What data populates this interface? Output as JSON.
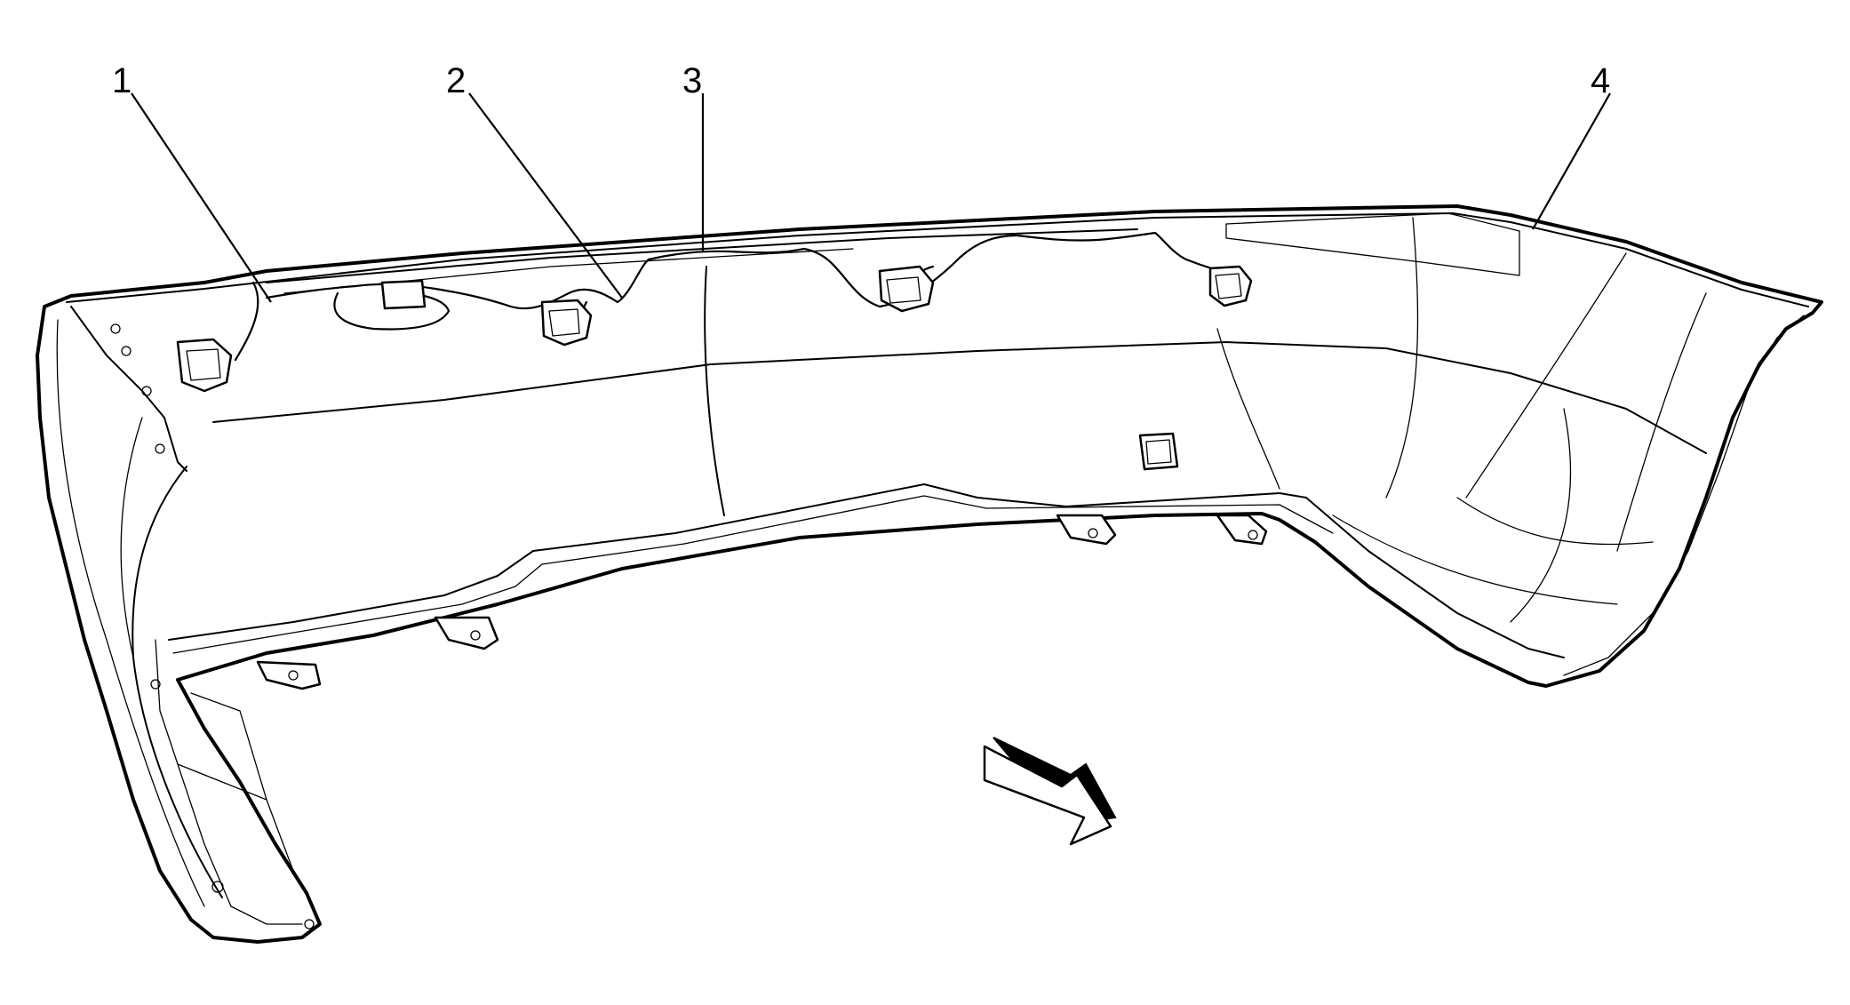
{
  "figure": {
    "callouts": [
      {
        "id": "1",
        "label": "1"
      },
      {
        "id": "2",
        "label": "2"
      },
      {
        "id": "3",
        "label": "3"
      },
      {
        "id": "4",
        "label": "4"
      }
    ],
    "direction_arrow_icon": "front-direction-arrow-icon",
    "line_color": "#000000",
    "background_color": "#ffffff"
  }
}
